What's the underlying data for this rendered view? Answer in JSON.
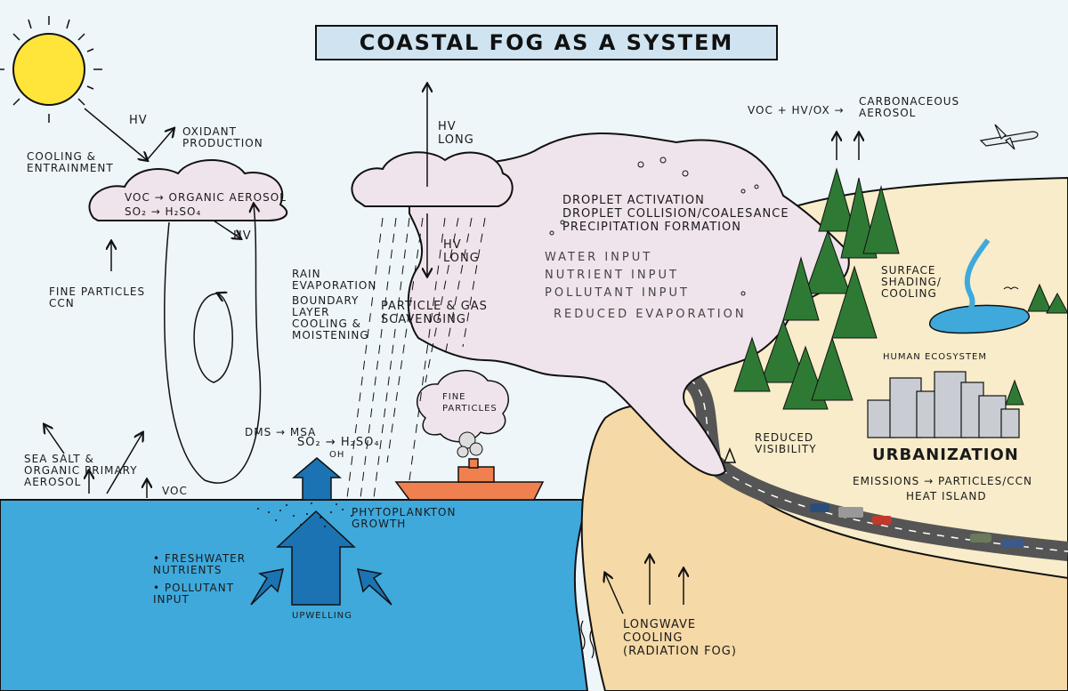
{
  "title": "COASTAL FOG AS A SYSTEM",
  "labels": {
    "hv_sun": "hv",
    "oxidant": "OXIDANT\nPRODUCTION",
    "cooling": "COOLING &\nENTRAINMENT",
    "voc_organic": "VOC → ORGANIC AEROSOL",
    "so2_h2so4": "SO₂ → H₂SO₄",
    "hv_cloud": "hv",
    "fine_ccn": "FINE PARTICLES\nCCN",
    "hv_long_up": "hv\nLONG",
    "hv_long_down": "hv\nLONG",
    "rain_evap": "RAIN\nEVAPORATION",
    "boundary": "BOUNDARY\nLAYER\nCOOLING &\nMOISTENING",
    "scavenging": "PARTICLE & GAS\nSCAVENGING",
    "droplet": "DROPLET ACTIVATION\nDROPLET COLLISION/COALESANCE\nPRECIPITATION FORMATION",
    "inputs": "WATER INPUT\nNUTRIENT INPUT\nPOLLUTANT INPUT",
    "reduced_evap": "REDUCED EVAPORATION",
    "voc_hv_ox": "VOC + hv/OX →",
    "carbonaceous": "CARBONACEOUS\nAEROSOL",
    "surface": "SURFACE\nSHADING/\nCOOLING",
    "human_eco": "HUMAN ECOSYSTEM",
    "urbanization": "URBANIZATION",
    "emissions": "EMISSIONS → PARTICLES/CCN",
    "heat_island": "HEAT ISLAND",
    "reduced_vis": "REDUCED\nVISIBILITY",
    "fine_particles": "FINE\nPARTICLES",
    "dms": "DMS → MSA",
    "so2_line": "SO₂ → H₂SO₄",
    "oh": "OH",
    "sea_salt": "SEA SALT &\nORGANIC PRIMARY\nAEROSOL",
    "voc": "VOC",
    "phyto": "PHYTOPLANKTON\nGROWTH",
    "freshwater": "• FRESHWATER\n  NUTRIENTS",
    "pollutant": "• POLLUTANT\n  INPUT",
    "upwelling": "UPWELLING",
    "longwave": "LONGWAVE\nCOOLING\n(RADIATION FOG)"
  },
  "colors": {
    "sky": "#eef6fa",
    "ocean": "#3fa9dc",
    "upwell": "#1b73b3",
    "fog": "#f0e4ec",
    "cliff": "#f5d9a6",
    "land": "#f8ecca",
    "tree": "#2e7a34",
    "ship": "#f08050",
    "road": "#555555",
    "sun": "#ffe43a"
  }
}
